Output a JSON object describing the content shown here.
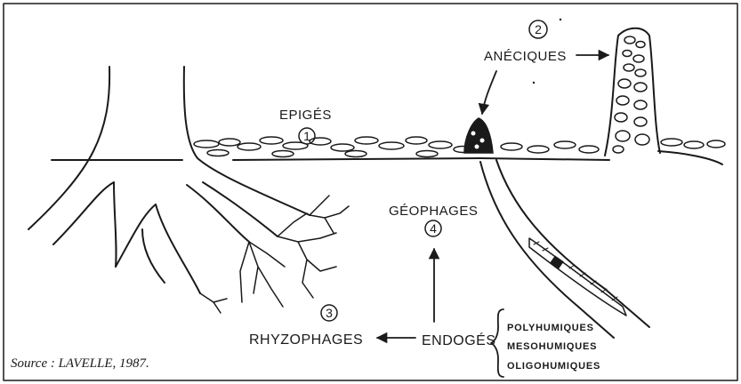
{
  "labels": {
    "epiges": "EPIGÉS",
    "aneciques": "ANÉCIQUES",
    "geophages": "GÉOPHAGES",
    "rhyzophages": "RHYZOPHAGES",
    "endoges": "ENDOGÉS"
  },
  "numbers": {
    "epiges": "1",
    "aneciques": "2",
    "rhyzophages": "3",
    "geophages": "4"
  },
  "endoges_subgroups": [
    "POLYHUMIQUES",
    "MESOHUMIQUES",
    "OLIGOHUMIQUES"
  ],
  "source": {
    "prefix": "Source : ",
    "author": "LAVELLE",
    "year": ", 1987."
  },
  "colors": {
    "ink": "#1a1a1a",
    "background": "#ffffff"
  }
}
